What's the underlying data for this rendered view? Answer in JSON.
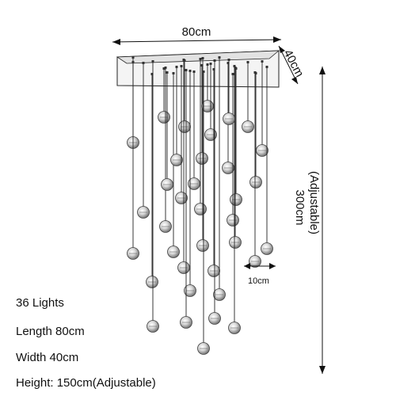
{
  "dimensions": {
    "length_label": "80cm",
    "width_label": "40cm",
    "height_label": "300cm",
    "height_note": "(Adjustable)",
    "ball_gap_label": "10cm"
  },
  "specs": {
    "lights": "36 Lights",
    "length": "Length 80cm",
    "width": "Width 40cm",
    "height": "Height: 150cm(Adjustable)"
  },
  "colors": {
    "line": "#222222",
    "canopy_fill": "#f4f4f4",
    "ball_fill": "#dcdcdc"
  }
}
